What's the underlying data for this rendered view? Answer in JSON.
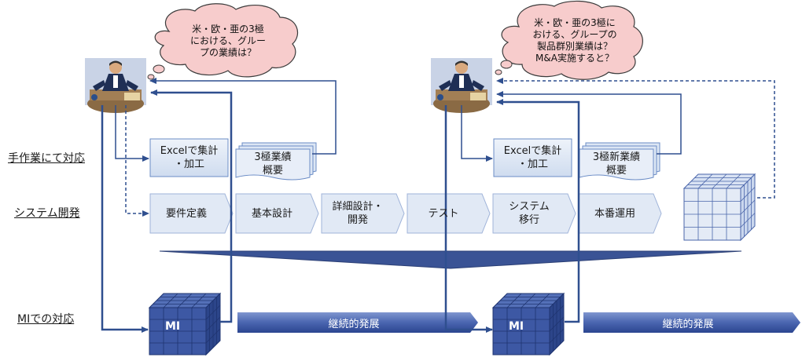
{
  "labels": {
    "manual": "手作業にて対応",
    "system": "システム開発",
    "mi": "MIでの対応"
  },
  "clouds": {
    "left": "米・欧・亜の3極\nにおける、グルー\nプの業績は？",
    "right": "米・欧・亜の3極に\nおける、グループの\n製品群別業績は？\nM&A実施すると？"
  },
  "manual_boxes": {
    "excel_left": "Excelで集計\n・加工",
    "report_left": "3極業績\n概要",
    "excel_right": "Excelで集計\n・加工",
    "report_right": "3極新業績\n概要"
  },
  "process": [
    {
      "label": "要件定義"
    },
    {
      "label": "基本設計"
    },
    {
      "label": "詳細設計・\n開発"
    },
    {
      "label": "テスト"
    },
    {
      "label": "システム\n移行"
    },
    {
      "label": "本番運用"
    }
  ],
  "mi": {
    "label_left": "MI",
    "label_right": "MI",
    "bar_left": "継続的発展",
    "bar_right": "継続的発展"
  },
  "colors": {
    "navy": "#2f4f8f",
    "box_fill": "#dce6f4",
    "arrow_fill": "#e1e9f5",
    "cloud_fill": "#f7cccc",
    "cube_front": "#3d58a4",
    "cube_light": "#e4ebf6"
  },
  "icons": {
    "person": "businessman-at-desk-icon",
    "cube": "data-cube-icon"
  }
}
